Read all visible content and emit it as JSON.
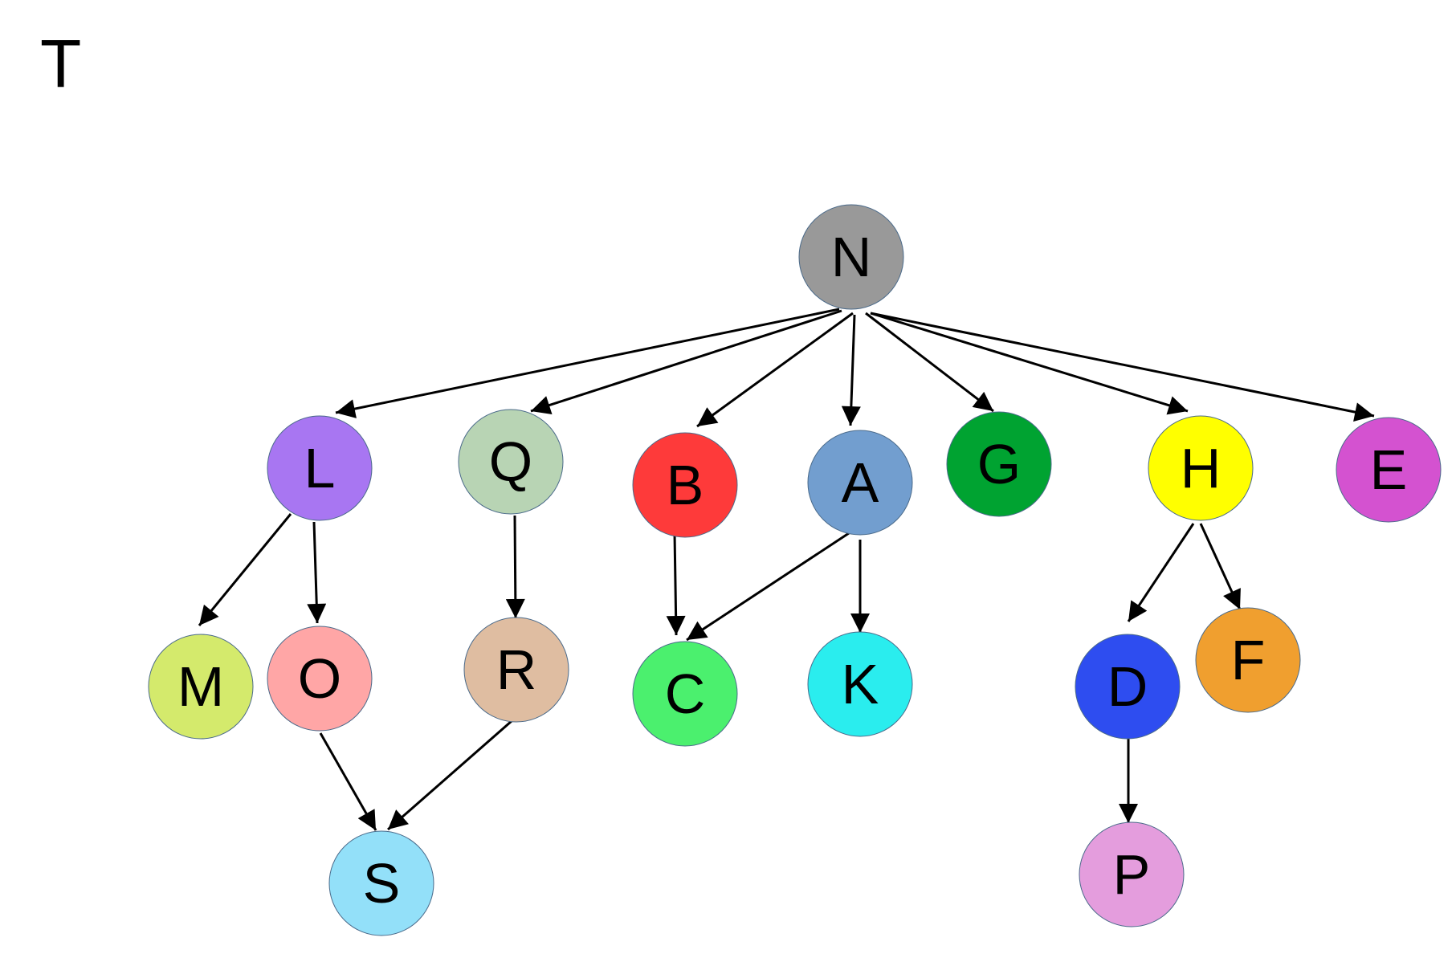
{
  "panel_label": "T",
  "nodes": [
    {
      "id": "N",
      "label": "N",
      "color": "#999999"
    },
    {
      "id": "L",
      "label": "L",
      "color": "#a876f2"
    },
    {
      "id": "Q",
      "label": "Q",
      "color": "#b8d4b4"
    },
    {
      "id": "B",
      "label": "B",
      "color": "#fe3a3a"
    },
    {
      "id": "A",
      "label": "A",
      "color": "#729ecf"
    },
    {
      "id": "G",
      "label": "G",
      "color": "#00a331"
    },
    {
      "id": "H",
      "label": "H",
      "color": "#ffff00"
    },
    {
      "id": "E",
      "label": "E",
      "color": "#d452d0"
    },
    {
      "id": "M",
      "label": "M",
      "color": "#d4ea6c"
    },
    {
      "id": "O",
      "label": "O",
      "color": "#ffa6a6"
    },
    {
      "id": "R",
      "label": "R",
      "color": "#dfbda1"
    },
    {
      "id": "C",
      "label": "C",
      "color": "#4bf06e"
    },
    {
      "id": "K",
      "label": "K",
      "color": "#2aedee"
    },
    {
      "id": "D",
      "label": "D",
      "color": "#2e4df0"
    },
    {
      "id": "F",
      "label": "F",
      "color": "#f09f2f"
    },
    {
      "id": "S",
      "label": "S",
      "color": "#93e0f9"
    },
    {
      "id": "P",
      "label": "P",
      "color": "#e49ddd"
    }
  ],
  "edges": [
    {
      "from": "N",
      "to": "L"
    },
    {
      "from": "N",
      "to": "Q"
    },
    {
      "from": "N",
      "to": "B"
    },
    {
      "from": "N",
      "to": "A"
    },
    {
      "from": "N",
      "to": "G"
    },
    {
      "from": "N",
      "to": "H"
    },
    {
      "from": "N",
      "to": "E"
    },
    {
      "from": "L",
      "to": "M"
    },
    {
      "from": "L",
      "to": "O"
    },
    {
      "from": "Q",
      "to": "R"
    },
    {
      "from": "B",
      "to": "C"
    },
    {
      "from": "A",
      "to": "C"
    },
    {
      "from": "A",
      "to": "K"
    },
    {
      "from": "H",
      "to": "D"
    },
    {
      "from": "H",
      "to": "F"
    },
    {
      "from": "O",
      "to": "S"
    },
    {
      "from": "R",
      "to": "S"
    },
    {
      "from": "D",
      "to": "P"
    }
  ]
}
